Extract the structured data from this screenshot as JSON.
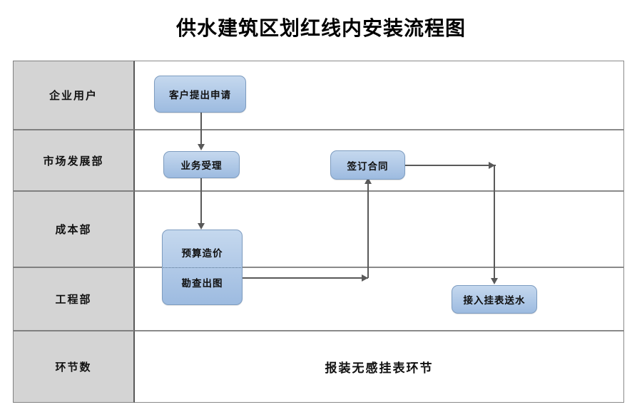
{
  "page": {
    "title": "供水建筑区划红线内安装流程图"
  },
  "swimlanes": [
    {
      "id": "lane-enterprise-user",
      "label": "企业用户"
    },
    {
      "id": "lane-market-development",
      "label": "市场发展部"
    },
    {
      "id": "lane-cost-department",
      "label": "成本部"
    },
    {
      "id": "lane-engineering-department",
      "label": "工程部"
    },
    {
      "id": "lane-step-count",
      "label": "环节数"
    }
  ],
  "nodes": [
    {
      "id": "node-customer-application",
      "label": "客户提出申请",
      "lane": "企业用户"
    },
    {
      "id": "node-business-acceptance",
      "label": "业务受理",
      "lane": "市场发展部"
    },
    {
      "id": "node-sign-contract",
      "label": "签订合同",
      "lane": "市场发展部"
    },
    {
      "id": "node-budget-pricing",
      "label": "预算造价",
      "lane": "成本部"
    },
    {
      "id": "node-survey-drawing",
      "label": "勘查出图",
      "lane": "工程部"
    },
    {
      "id": "node-connect-meter-supply",
      "label": "接入挂表送水",
      "lane": "工程部"
    }
  ],
  "summary": {
    "label": "报装无感挂表环节"
  },
  "colors": {
    "node_fill_top": "#c5d8ee",
    "node_fill_bottom": "#9dbbe0",
    "node_border": "#7d9cc0",
    "lane_label_bg": "#d4d4d4",
    "grid_line": "#8a8a8a",
    "connector": "#595959",
    "text": "#101010"
  }
}
